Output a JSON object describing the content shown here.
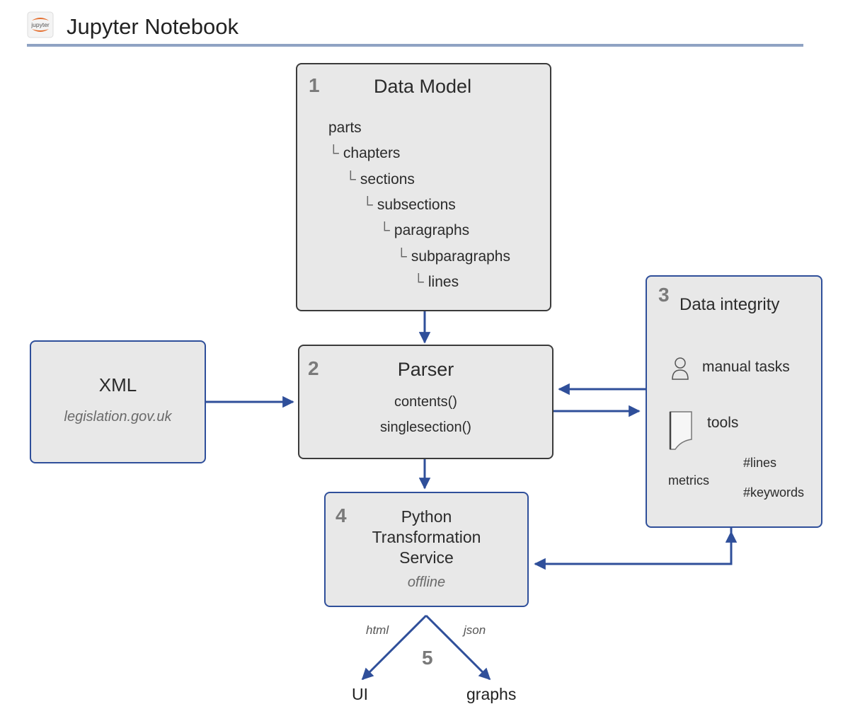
{
  "header": {
    "logo_text": "jupyter",
    "title": "Jupyter Notebook"
  },
  "data_model": {
    "number": "1",
    "title": "Data Model",
    "tree": [
      {
        "prefix": "",
        "label": "parts"
      },
      {
        "prefix": "└",
        "label": "chapters"
      },
      {
        "prefix": "└",
        "label": "sections"
      },
      {
        "prefix": "└",
        "label": "subsections"
      },
      {
        "prefix": "└",
        "label": "paragraphs"
      },
      {
        "prefix": "└",
        "label": "subparagraphs"
      },
      {
        "prefix": "└",
        "label": "lines"
      }
    ]
  },
  "parser": {
    "number": "2",
    "title": "Parser",
    "methods": [
      "contents()",
      "singlesection()"
    ]
  },
  "xml": {
    "title": "XML",
    "source": "legislation.gov.uk"
  },
  "integrity": {
    "number": "3",
    "title": "Data integrity",
    "manual": "manual tasks",
    "tools": "tools",
    "metrics": "metrics",
    "metric_items": [
      "#lines",
      "#keywords"
    ]
  },
  "transform": {
    "number": "4",
    "title_lines": [
      "Python",
      "Transformation",
      "Service"
    ],
    "mode": "offline"
  },
  "outputs": {
    "number": "5",
    "html_label": "html",
    "json_label": "json",
    "ui": "UI",
    "graphs": "graphs"
  },
  "colors": {
    "arrow": "#2f4f9a",
    "box_fill": "#e8e8e8",
    "header_rule": "#8fa3c3",
    "jupyter_orange": "#e46e2e"
  }
}
